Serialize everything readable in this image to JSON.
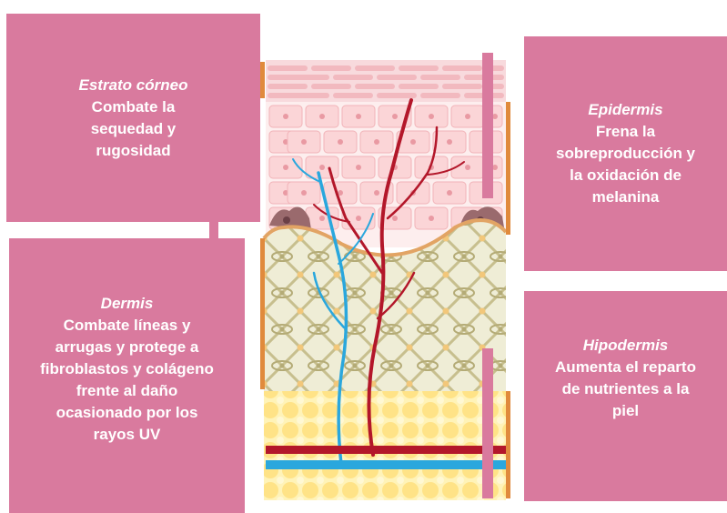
{
  "labels": {
    "estrato": {
      "title": "Estrato córneo",
      "body": "Combate la\nsequedad y\nrugosidad"
    },
    "epidermis": {
      "title": "Epidermis",
      "body": "Frena la\nsobreproducción y\nla oxidación  de\nmelanina"
    },
    "dermis": {
      "title": "Dermis",
      "body": "Combate líneas y\narrugas y protege a\nfibroblastos y colágeno\nfrente al daño\nocasionado por los\nrayos UV"
    },
    "hipodermis": {
      "title": "Hipodermis",
      "body": "Aumenta el reparto\nde nutrientes a la\npiel"
    }
  },
  "colors": {
    "label_box": "#d97a9e",
    "stratum_corneum": "#f6cdd2",
    "epidermis_cells": "#fbe0e1",
    "dermis": "#ecebd2",
    "collagen": "#c9bf8d",
    "hypodermis": "#fff0a8",
    "fat_cells": "#ffe58a",
    "artery": "#b0182a",
    "vein": "#2aa7dd",
    "bracket": "#e08a3c"
  }
}
